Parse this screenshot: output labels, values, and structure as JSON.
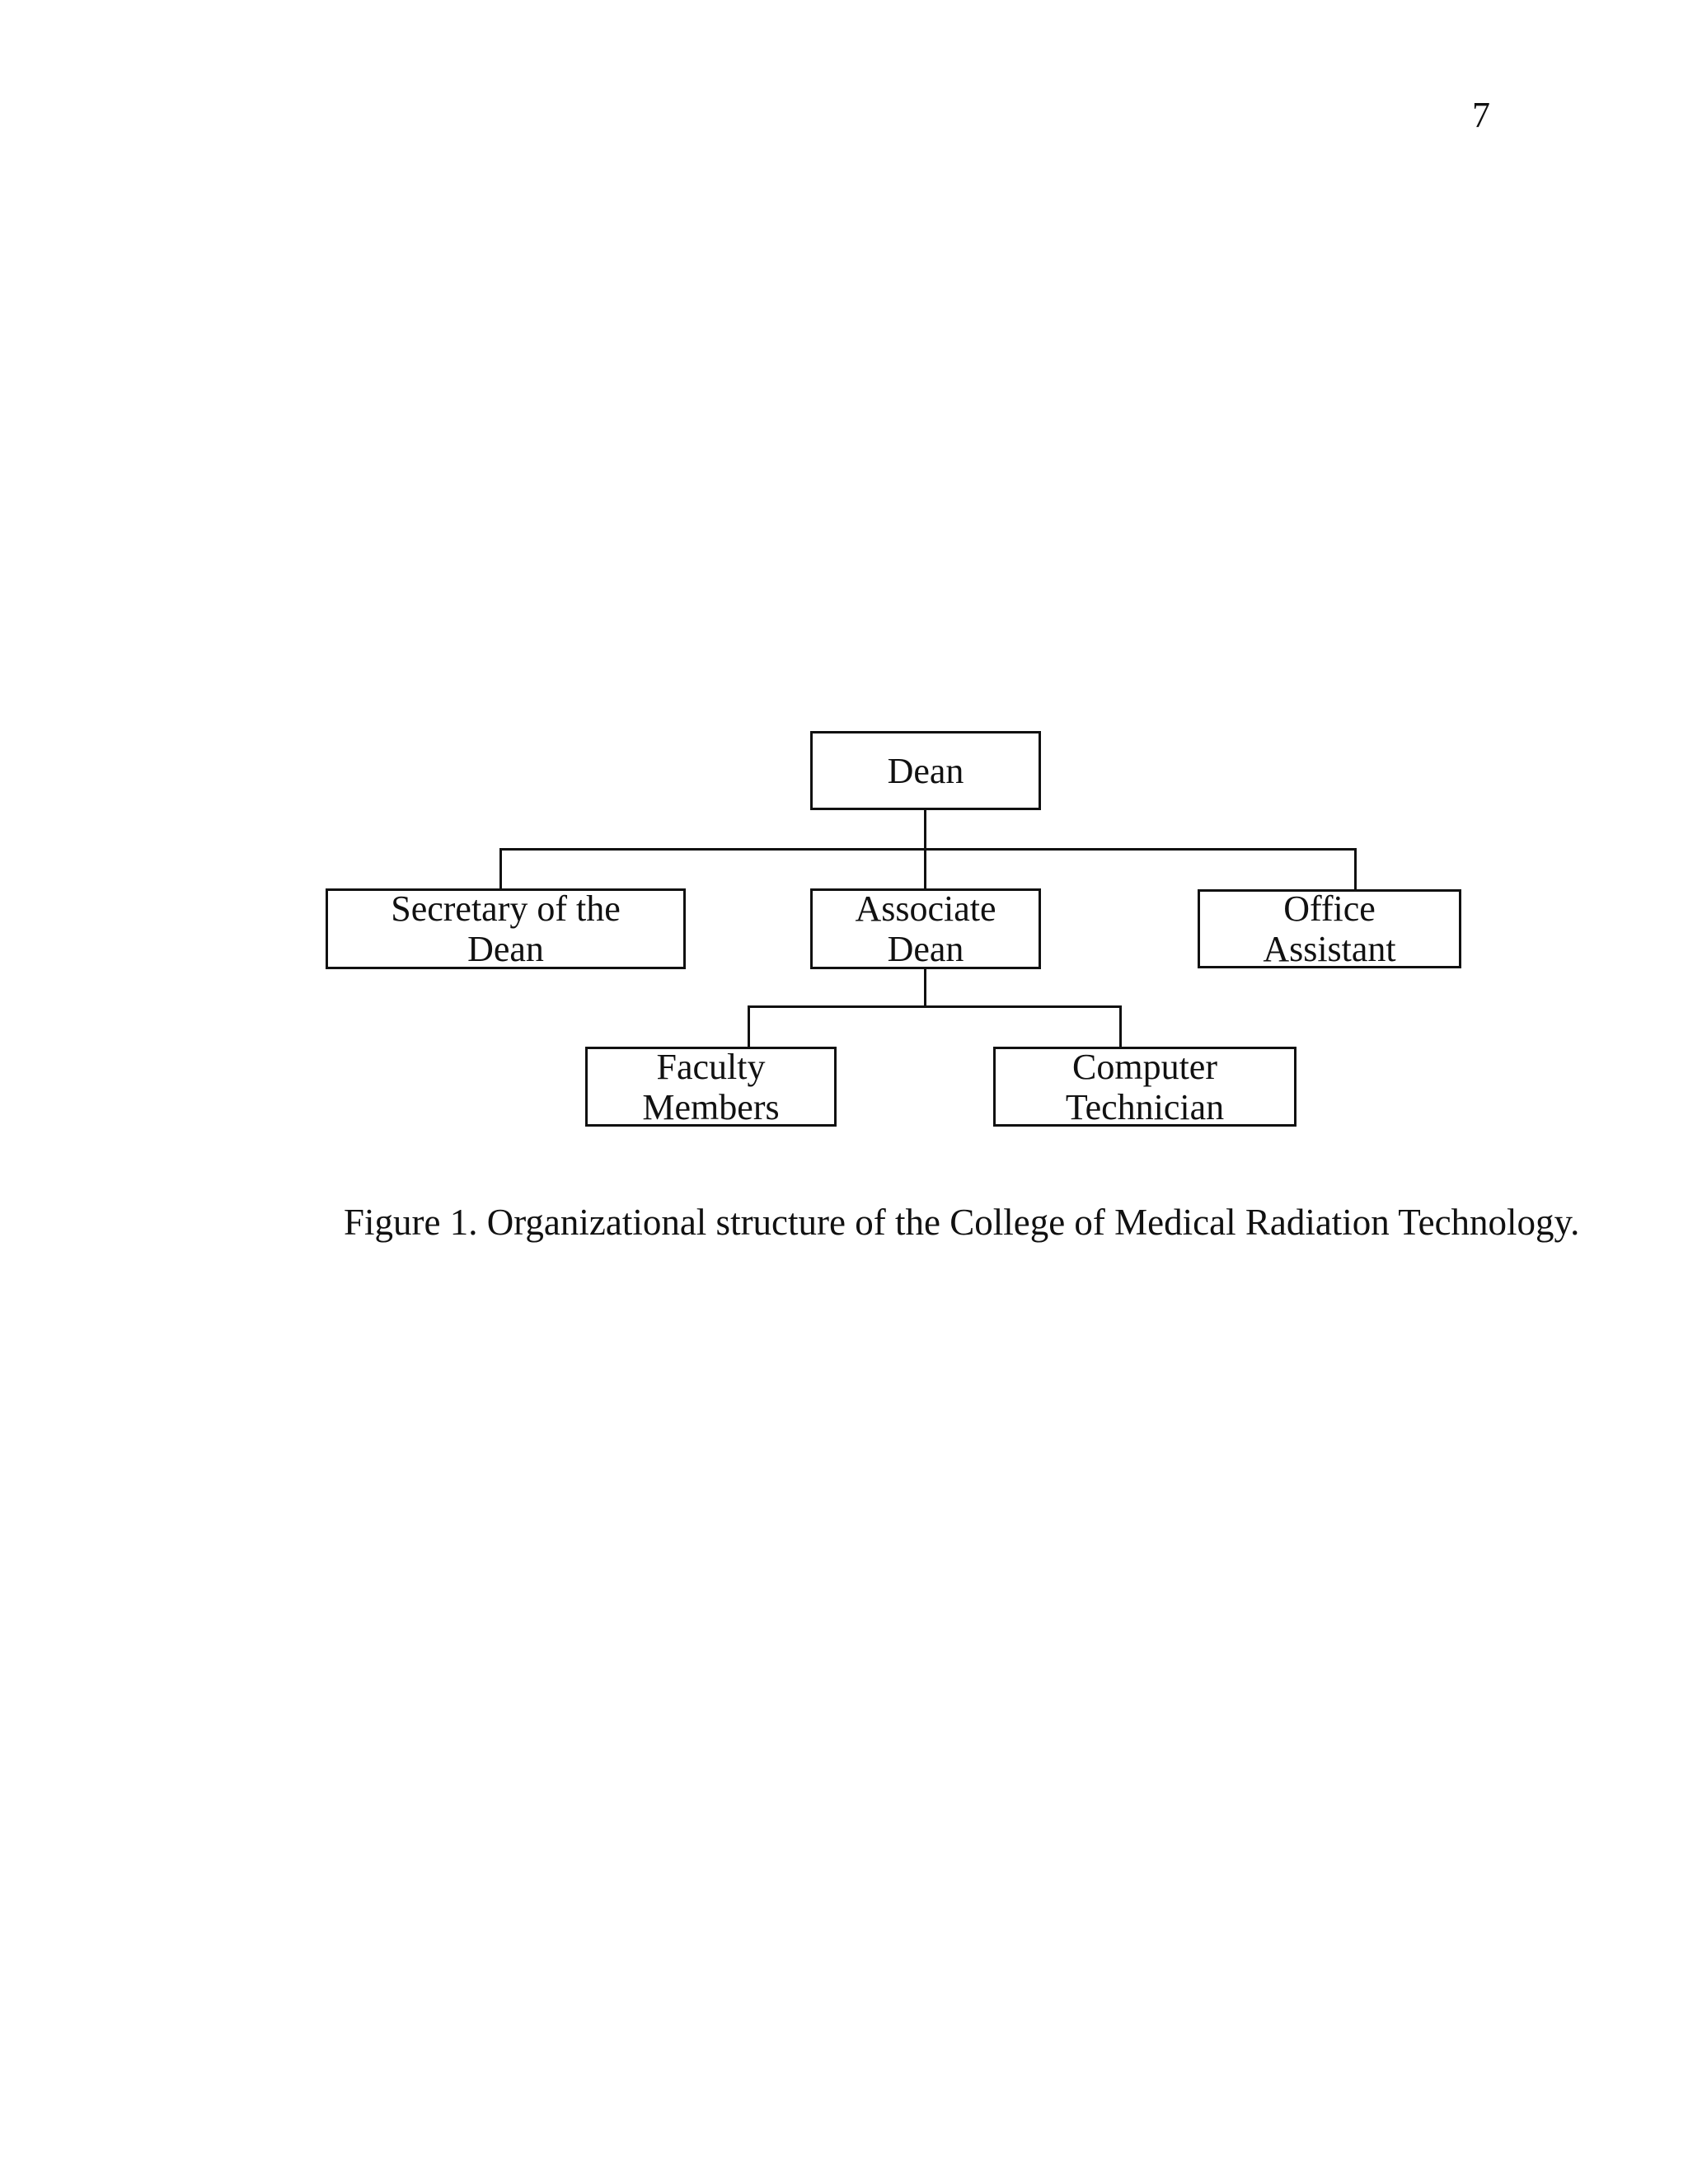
{
  "page": {
    "number": "7"
  },
  "colors": {
    "ink": "#111111",
    "background": "#ffffff"
  },
  "figure": {
    "caption": "Figure 1. Organizational structure of the College of Medical Radiation Technology.",
    "org_chart": {
      "type": "organizational-chart",
      "nodes": [
        {
          "id": "dean",
          "label": "Dean",
          "lines": [
            "Dean"
          ],
          "reports_to": null
        },
        {
          "id": "secretary",
          "label": "Secretary of the Dean",
          "lines": [
            "Secretary of the",
            "Dean"
          ],
          "reports_to": "dean"
        },
        {
          "id": "associate-dean",
          "label": "Associate Dean",
          "lines": [
            "Associate",
            "Dean"
          ],
          "reports_to": "dean"
        },
        {
          "id": "office-assistant",
          "label": "Office Assistant",
          "lines": [
            "Office",
            "Assistant"
          ],
          "reports_to": "dean"
        },
        {
          "id": "faculty-members",
          "label": "Faculty Members",
          "lines": [
            "Faculty",
            "Members"
          ],
          "reports_to": "associate-dean"
        },
        {
          "id": "computer-technician",
          "label": "Computer Technician",
          "lines": [
            "Computer",
            "Technician"
          ],
          "reports_to": "associate-dean"
        }
      ]
    }
  }
}
